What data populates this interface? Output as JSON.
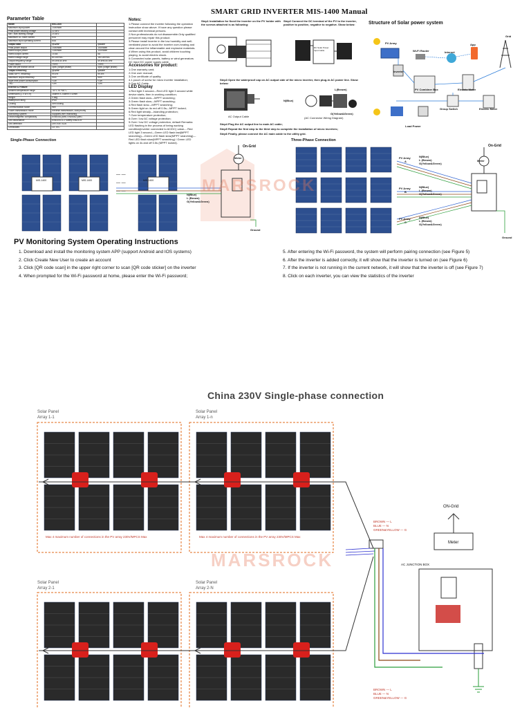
{
  "header": {
    "title": "SMART GRID INVERTER MIS-1400 Manual"
  },
  "param_table": {
    "title": "Parameter Table",
    "rows": [
      [
        "Model",
        "MIS-1400",
        ""
      ],
      [
        "Maximum input power",
        "1400Watt",
        ""
      ],
      [
        "Peak power tracking voltage",
        "22-50V",
        ""
      ],
      [
        "Min / Max starting voltage",
        "20-60V",
        ""
      ],
      [
        "Maximum DC short current",
        "60A",
        ""
      ],
      [
        "Maximum input operating current",
        "60A",
        ""
      ],
      [
        "Output data",
        "@120V",
        "@230V"
      ],
      [
        "Peak power output",
        "1400Watt",
        "1400Watt"
      ],
      [
        "Rated output power",
        "1300Watt",
        "1300Watt"
      ],
      [
        "Rated output current",
        "10.8A",
        "5A"
      ],
      [
        "Rated voltage range",
        "80-160VAC",
        "180-280VAC"
      ],
      [
        "Output frequency range",
        "59.3Hz-60.5Hz",
        "49.5Hz-50.5Hz"
      ],
      [
        "Power factor",
        ">99%",
        ">99%"
      ],
      [
        "Max unit per branch circuit",
        "3pcs (Single phase)",
        "4pcs (Single phase)"
      ],
      [
        "Output Efficiency",
        "@120V",
        "@230V"
      ],
      [
        "Static MPPT efficiency",
        "99.5%",
        "99.5%"
      ],
      [
        "Maximum output efficiency",
        "95%",
        "95%"
      ],
      [
        "Night time power consumption",
        "<1W",
        "<1W"
      ],
      [
        "THD",
        "<3%",
        "<3%"
      ],
      [
        "Exterior & Feature",
        "",
        ""
      ],
      [
        "Ambient temperature range",
        "-40°C to +65°C",
        ""
      ],
      [
        "Dimensions (L x W x H)",
        "368mm x 245mm x 40mm",
        ""
      ],
      [
        "Weight",
        "4.8kg",
        ""
      ],
      [
        "Waterproof rating",
        "IP65",
        ""
      ],
      [
        "Cooling",
        "Self cooling",
        ""
      ],
      [
        "Communication Mode",
        "Wifi",
        ""
      ],
      [
        "Power transmission mode",
        "Reverse transmission, load priority",
        ""
      ],
      [
        "Monitoring System",
        "Supports WiFi monitoring",
        ""
      ],
      [
        "Electromagnetic compatibility",
        "EN50081.part1 EN50082.part1",
        ""
      ],
      [
        "Grid disturbance",
        "EN61000-3-2 Safety EN62109",
        ""
      ],
      [
        "Grid detection",
        "DIN VDE 0126",
        ""
      ],
      [
        "Certificates",
        "CE, IEC",
        ""
      ]
    ]
  },
  "notes": {
    "title": "Notes:",
    "items": [
      "1.Please connect the inverter following the operation instruction show above. If have any question please contact with technical persons.",
      "2.Non-professionals do not disassemble.Only qualified personnel may repair this product.",
      "3.Please install inverter in the low humidity and well-ventilated place to avoid the inverter over-heating and clean around the inflammable and explosive materials.",
      "4.When using this product, avoid children touching playing, to avoid electric shock.",
      "5.Connected solar panels, battery or wind generators DC input DC power supply cable."
    ],
    "acc_title": "Accessories for product:",
    "acc_items": [
      "1.One warranty card;",
      "2.One user manual;",
      "3.One certificate of quality;",
      "4.1 pouch of screw for micro inverter installation;",
      "5.One AC Cable."
    ],
    "led_title": "LED Display",
    "led_items": [
      "1.Red light 3 second---Red LED light 3 second while device starts, then in working condition;",
      "2.Green flash slow---MPPT searching;",
      "3.Green flash slow---MPPT searching;",
      "4.Red flash slow---MPPT searching;",
      "5.Green light on 4s red off 0.5s---MPPT locked;",
      "6.Red light steady---Islanding protection;",
      "7.Over temperature protection;",
      "8.Over / low AC voltage protection;",
      "9.Over / low DC voltage protection, default Remarks:",
      "LED flashing in the process of being working condition(inverter connected to AC/DC) value--- Red LED light 3 second---Green LED flash fast(MPPT searching)---Green LED flash slow(MPPT searching)---Red LED flash slow(MPPT searching) / Green LED lights on 4s and off 0.5s (MPPT locked)."
    ]
  },
  "steps_top": {
    "step1": "Step1 Installation for fixed the inverter on the PV holder with the screws attached is as following:",
    "step2": "Step2 Connect the DC terminal of the PV to the inverter, positive to positive, negative to negative. Show below:",
    "step3": "Step3 Open the waterproof cap on AC output side of the micro inverter, then plug-in AC power line. Show below:",
    "step4": "Step4 Plug the AC output line to main AC cable;",
    "step5": "Step5 Repeat the first step to the third step to complete the installation of micro inverters;",
    "step6": "Step6 Finally, please connect the AC main cable to the utility grid.",
    "ac_output_cable": "AC Output Cable",
    "dc_label": "DC Solar Power Input Cable",
    "ac_wiring_label": "(AC Connector Wiring Diagram)",
    "l_brown": "L(Brown)",
    "n_blue": "N(Blue)",
    "g_label": "G(Yellow&Green)"
  },
  "structure": {
    "title": "Structure of Solar power system",
    "nodes": [
      "PV Array",
      "Wi-Fi Router",
      "Internet",
      "App",
      "Grid",
      "Inverter",
      "PV Combiner Box",
      "Electric Meter",
      "Group Switch",
      "Electric Meter",
      "Load Power"
    ]
  },
  "single_phase": {
    "title": "Single-Phase Connection",
    "inv1": "MIS-1400",
    "inv2": "MIS-1400",
    "inv3": "MIS-1400",
    "on_grid": "On-Grid",
    "meter": "Meter",
    "n_blue": "N(Blue)",
    "l_brown": "L (Brown)",
    "g_label": "G(Yellow&Green)",
    "ground": "Ground"
  },
  "three_phase": {
    "title": "Three-Phase Connection",
    "on_grid": "On-Grid",
    "meter": "Meter",
    "ground": "Ground",
    "arrays": [
      {
        "label": "PV Array",
        "phase": "A",
        "n": "N(Blue)",
        "l": "L (Brown)",
        "g": "G(Yellow&Green)"
      },
      {
        "label": "PV Array",
        "phase": "B",
        "n": "N(Blue)",
        "l": "L (Brown)",
        "g": "G(Yellow&Green)"
      },
      {
        "label": "PV Array",
        "phase": "C",
        "n": "N(Blue)",
        "l": "L (Brown)",
        "g": "G(Yellow&Green)"
      }
    ]
  },
  "pv_monitoring": {
    "title": "PV Monitoring System Operating Instructions",
    "steps_left": [
      "1. Download and install the monitoring system APP (support Android and IOS systems)",
      "2. Click Create New User to create an account",
      "3. Click [QR code scan] in the upper right corner to scan [QR code sticker] on the inverter",
      "4. When prompted for the Wi-Fi password at home, please enter the Wi-Fi password;"
    ],
    "steps_right": [
      "5. After entering the Wi-Fi password, the system will perform pairing connection (see Figure 5)",
      "6. After the inverter is added correctly, it will show that the inverter is turned on (see Figure 6)",
      "7. If the inverter is not running in the current network, it will show that the inverter is off (see Figure 7)",
      "8. Click on each inverter, you can view the statistics of the inverter"
    ]
  },
  "china": {
    "title": "China 230V Single-phase connection",
    "array11": [
      "Solar Panel",
      "Array 1-1"
    ],
    "array1n": [
      "Solar Panel",
      "Array 1-n"
    ],
    "array21": [
      "Solar Panel",
      "Array 2-1"
    ],
    "array2n": [
      "Solar Panel",
      "Array 2-N"
    ],
    "note1": "Max 4 maximum number of connections in the PV array 230V/MPCS Max",
    "note2": "Max 4 maximum number of connections in the PV array 230V/MPCS Max",
    "on_grid": "ON-Grid",
    "meter": "Meter",
    "junction": "AC JUNCTION BOX",
    "wires1": [
      "BROWN — L",
      "BLUE — N",
      "GREEN&YELLOW — G"
    ],
    "wires2": [
      "BROWN — L",
      "BLUE — N",
      "GREEN&YELLOW — G"
    ]
  },
  "watermark": "MARSROCK"
}
